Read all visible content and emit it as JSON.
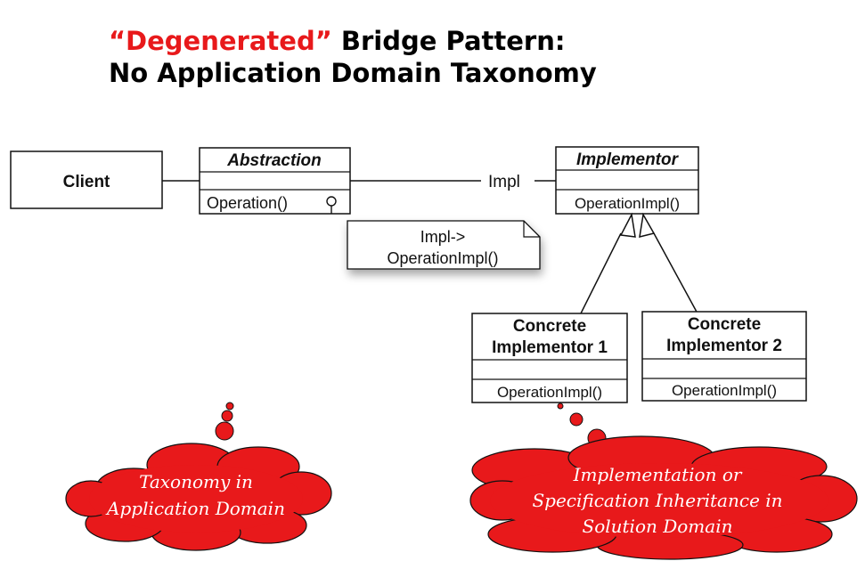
{
  "title": {
    "highlight": "“Degenerated”",
    "line1_rest": " Bridge Pattern:",
    "line2": "No Application Domain Taxonomy"
  },
  "uml": {
    "client": "Client",
    "abstraction": {
      "name": "Abstraction",
      "operation": "Operation()"
    },
    "implementor": {
      "name": "Implementor",
      "operation": "OperationImpl()"
    },
    "association_label": "Impl",
    "note": {
      "line1": "Impl->",
      "line2": "OperationImpl()"
    },
    "concrete1": {
      "name_line1": "Concrete",
      "name_line2": "Implementor 1",
      "operation": "OperationImpl()"
    },
    "concrete2": {
      "name_line1": "Concrete",
      "name_line2": "Implementor 2",
      "operation": "OperationImpl()"
    }
  },
  "clouds": {
    "left": {
      "line1": "Taxonomy in",
      "line2": "Application  Domain"
    },
    "right": {
      "line1": "Implementation or",
      "line2": "Specification Inheritance in",
      "line3": "Solution Domain"
    }
  },
  "colors": {
    "accent": "#e8191b",
    "cloud_fill": "#e8191b",
    "ink": "#111111"
  }
}
